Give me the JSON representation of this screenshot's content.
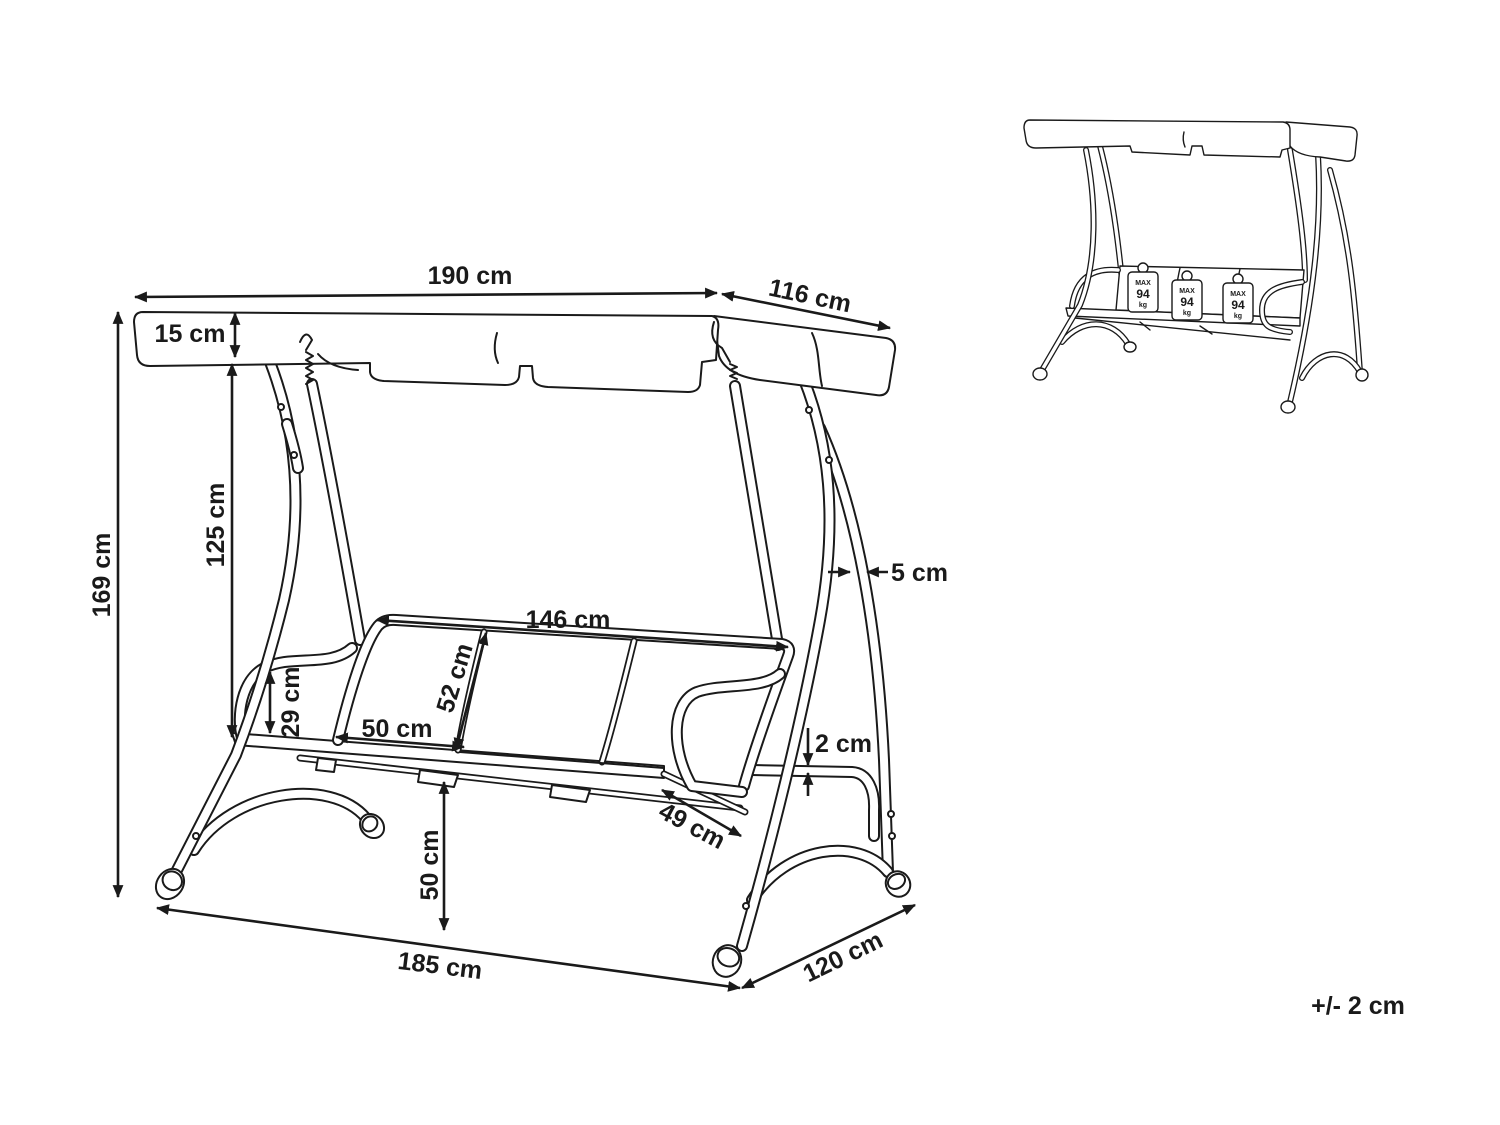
{
  "colors": {
    "line": "#1a1a1a",
    "background": "#ffffff"
  },
  "dimensions": {
    "canopy_width": "190 cm",
    "canopy_depth": "116 cm",
    "canopy_height": "15 cm",
    "upper_frame_height": "125 cm",
    "total_height": "169 cm",
    "seat_width": "146 cm",
    "backrest_height": "52 cm",
    "armrest_height": "29 cm",
    "seat_section_width": "50 cm",
    "seat_thickness": "2 cm",
    "tube_diameter": "5 cm",
    "seat_depth": "49 cm",
    "seat_height": "50 cm",
    "base_width": "185 cm",
    "base_depth": "120 cm"
  },
  "tolerance": "+/- 2 cm",
  "thumbnail": {
    "load_tags": [
      {
        "label": "MAX",
        "value": "94",
        "unit": "kg"
      },
      {
        "label": "MAX",
        "value": "94",
        "unit": "kg"
      },
      {
        "label": "MAX",
        "value": "94",
        "unit": "kg"
      }
    ]
  }
}
